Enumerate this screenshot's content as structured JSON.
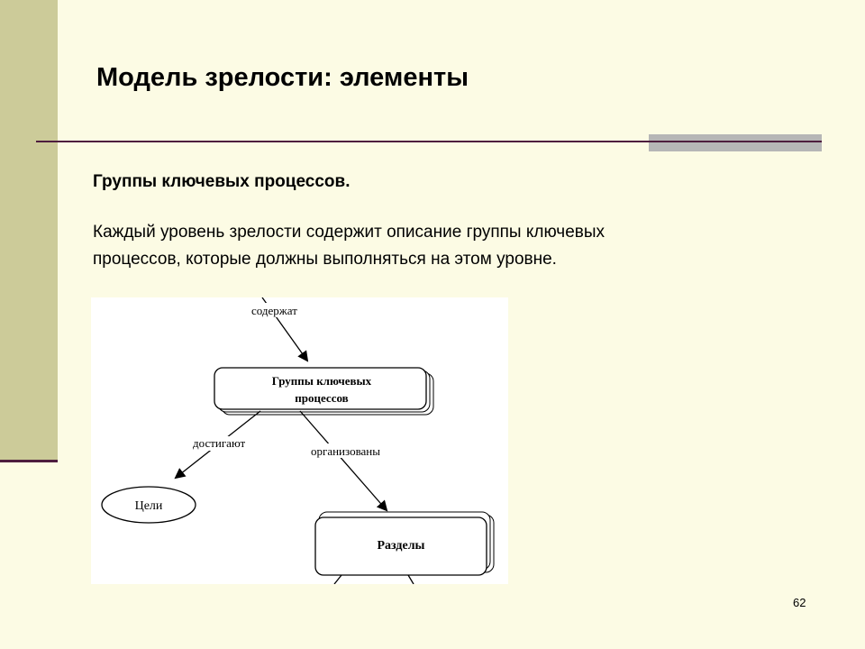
{
  "slide": {
    "title": "Модель зрелости: элементы",
    "subheading": "Группы ключевых процессов.",
    "body_lines": [
      "Каждый уровень зрелости содержит описание группы ключевых",
      "процессов, которые должны выполняться на этом уровне."
    ],
    "page_number": "62"
  },
  "diagram": {
    "edge_contains": "содержат",
    "node_kpa_line1": "Группы ключевых",
    "node_kpa_line2": "процессов",
    "edge_achieve": "достигают",
    "edge_organized": "организованы",
    "node_goals": "Цели",
    "node_sections": "Разделы"
  },
  "colors": {
    "background": "#FCFBE4",
    "side_panel": "#CCCB99",
    "rule": "#4E1D3E",
    "accent_bar": "#B6B6B6"
  }
}
